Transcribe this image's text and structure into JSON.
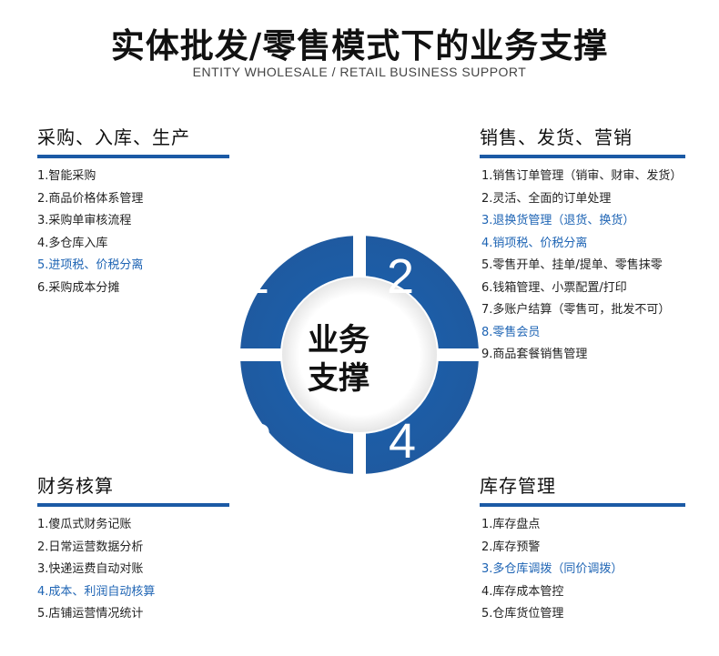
{
  "header": {
    "title": "实体批发/零售模式下的业务支撑",
    "subtitle": "ENTITY WHOLESALE / RETAIL BUSINESS SUPPORT"
  },
  "center": {
    "line1": "业务",
    "line2": "支撑"
  },
  "quadrant_numbers": [
    "1",
    "2",
    "3",
    "4"
  ],
  "colors": {
    "accent": "#1b5aa5",
    "highlight": "#1e64b4"
  },
  "sections": {
    "top_left": {
      "title": "采购、入库、生产",
      "items": [
        {
          "text": "1.智能采购",
          "hl": false
        },
        {
          "text": "2.商品价格体系管理",
          "hl": false
        },
        {
          "text": "3.采购单审核流程",
          "hl": false
        },
        {
          "text": "4.多仓库入库",
          "hl": false
        },
        {
          "text": "5.进项税、价税分离",
          "hl": true
        },
        {
          "text": "6.采购成本分摊",
          "hl": false
        }
      ]
    },
    "top_right": {
      "title": "销售、发货、营销",
      "items": [
        {
          "text": "1.销售订单管理（销审、财审、发货）",
          "hl": false
        },
        {
          "text": "2.灵活、全面的订单处理",
          "hl": false
        },
        {
          "text": "3.退换货管理（退货、换货）",
          "hl": true
        },
        {
          "text": "4.销项税、价税分离",
          "hl": true
        },
        {
          "text": "5.零售开单、挂单/提单、零售抹零",
          "hl": false
        },
        {
          "text": "6.钱箱管理、小票配置/打印",
          "hl": false
        },
        {
          "text": "7.多账户结算（零售可，批发不可）",
          "hl": false
        },
        {
          "text": "8.零售会员",
          "hl": true
        },
        {
          "text": "9.商品套餐销售管理",
          "hl": false
        }
      ]
    },
    "bottom_left": {
      "title": "财务核算",
      "items": [
        {
          "text": "1.傻瓜式财务记账",
          "hl": false
        },
        {
          "text": "2.日常运营数据分析",
          "hl": false
        },
        {
          "text": "3.快递运费自动对账",
          "hl": false
        },
        {
          "text": "4.成本、利润自动核算",
          "hl": true
        },
        {
          "text": "5.店铺运营情况统计",
          "hl": false
        }
      ]
    },
    "bottom_right": {
      "title": "库存管理",
      "items": [
        {
          "text": "1.库存盘点",
          "hl": false
        },
        {
          "text": "2.库存预警",
          "hl": false
        },
        {
          "text": "3.多仓库调拨（同价调拨）",
          "hl": true
        },
        {
          "text": "4.库存成本管控",
          "hl": false
        },
        {
          "text": "5.仓库货位管理",
          "hl": false
        }
      ]
    }
  }
}
